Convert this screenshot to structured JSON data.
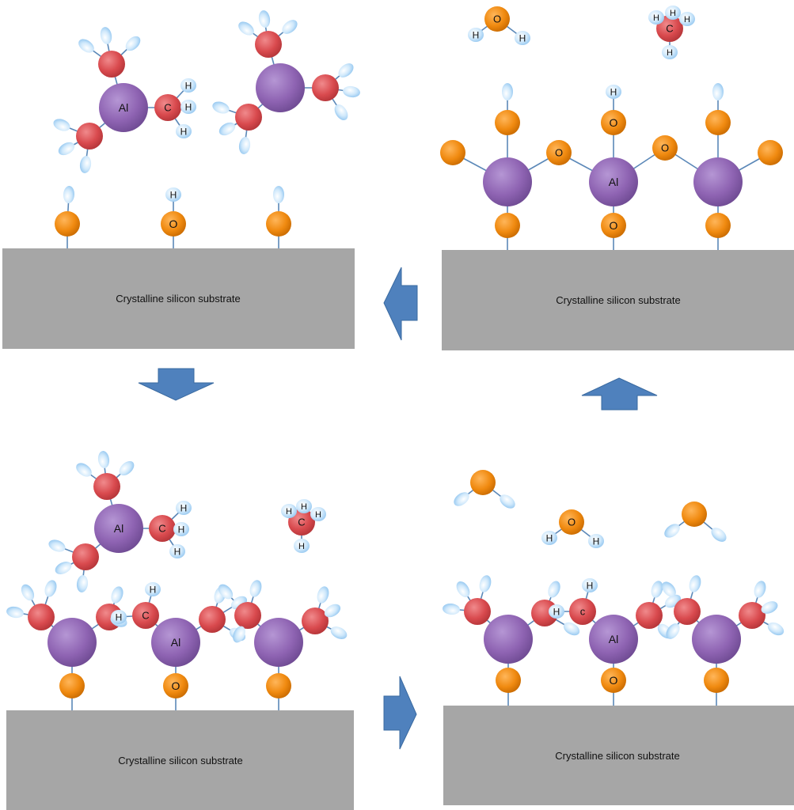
{
  "substrate_label": "Crystalline silicon substrate",
  "atoms": {
    "al": "Al",
    "o": "O",
    "c": "C",
    "c_lower": "c",
    "h": "H"
  },
  "colors": {
    "aluminum": "#8f64b3",
    "oxygen": "#f08a10",
    "carbon": "#d94a4e",
    "hydrogen": "#b8dcf6",
    "substrate": "#a6a6a6",
    "arrow": "#4f81bd",
    "bond": "#5b88b8"
  },
  "arrows": [
    "arrow-left",
    "arrow-down",
    "arrow-right",
    "arrow-up"
  ]
}
